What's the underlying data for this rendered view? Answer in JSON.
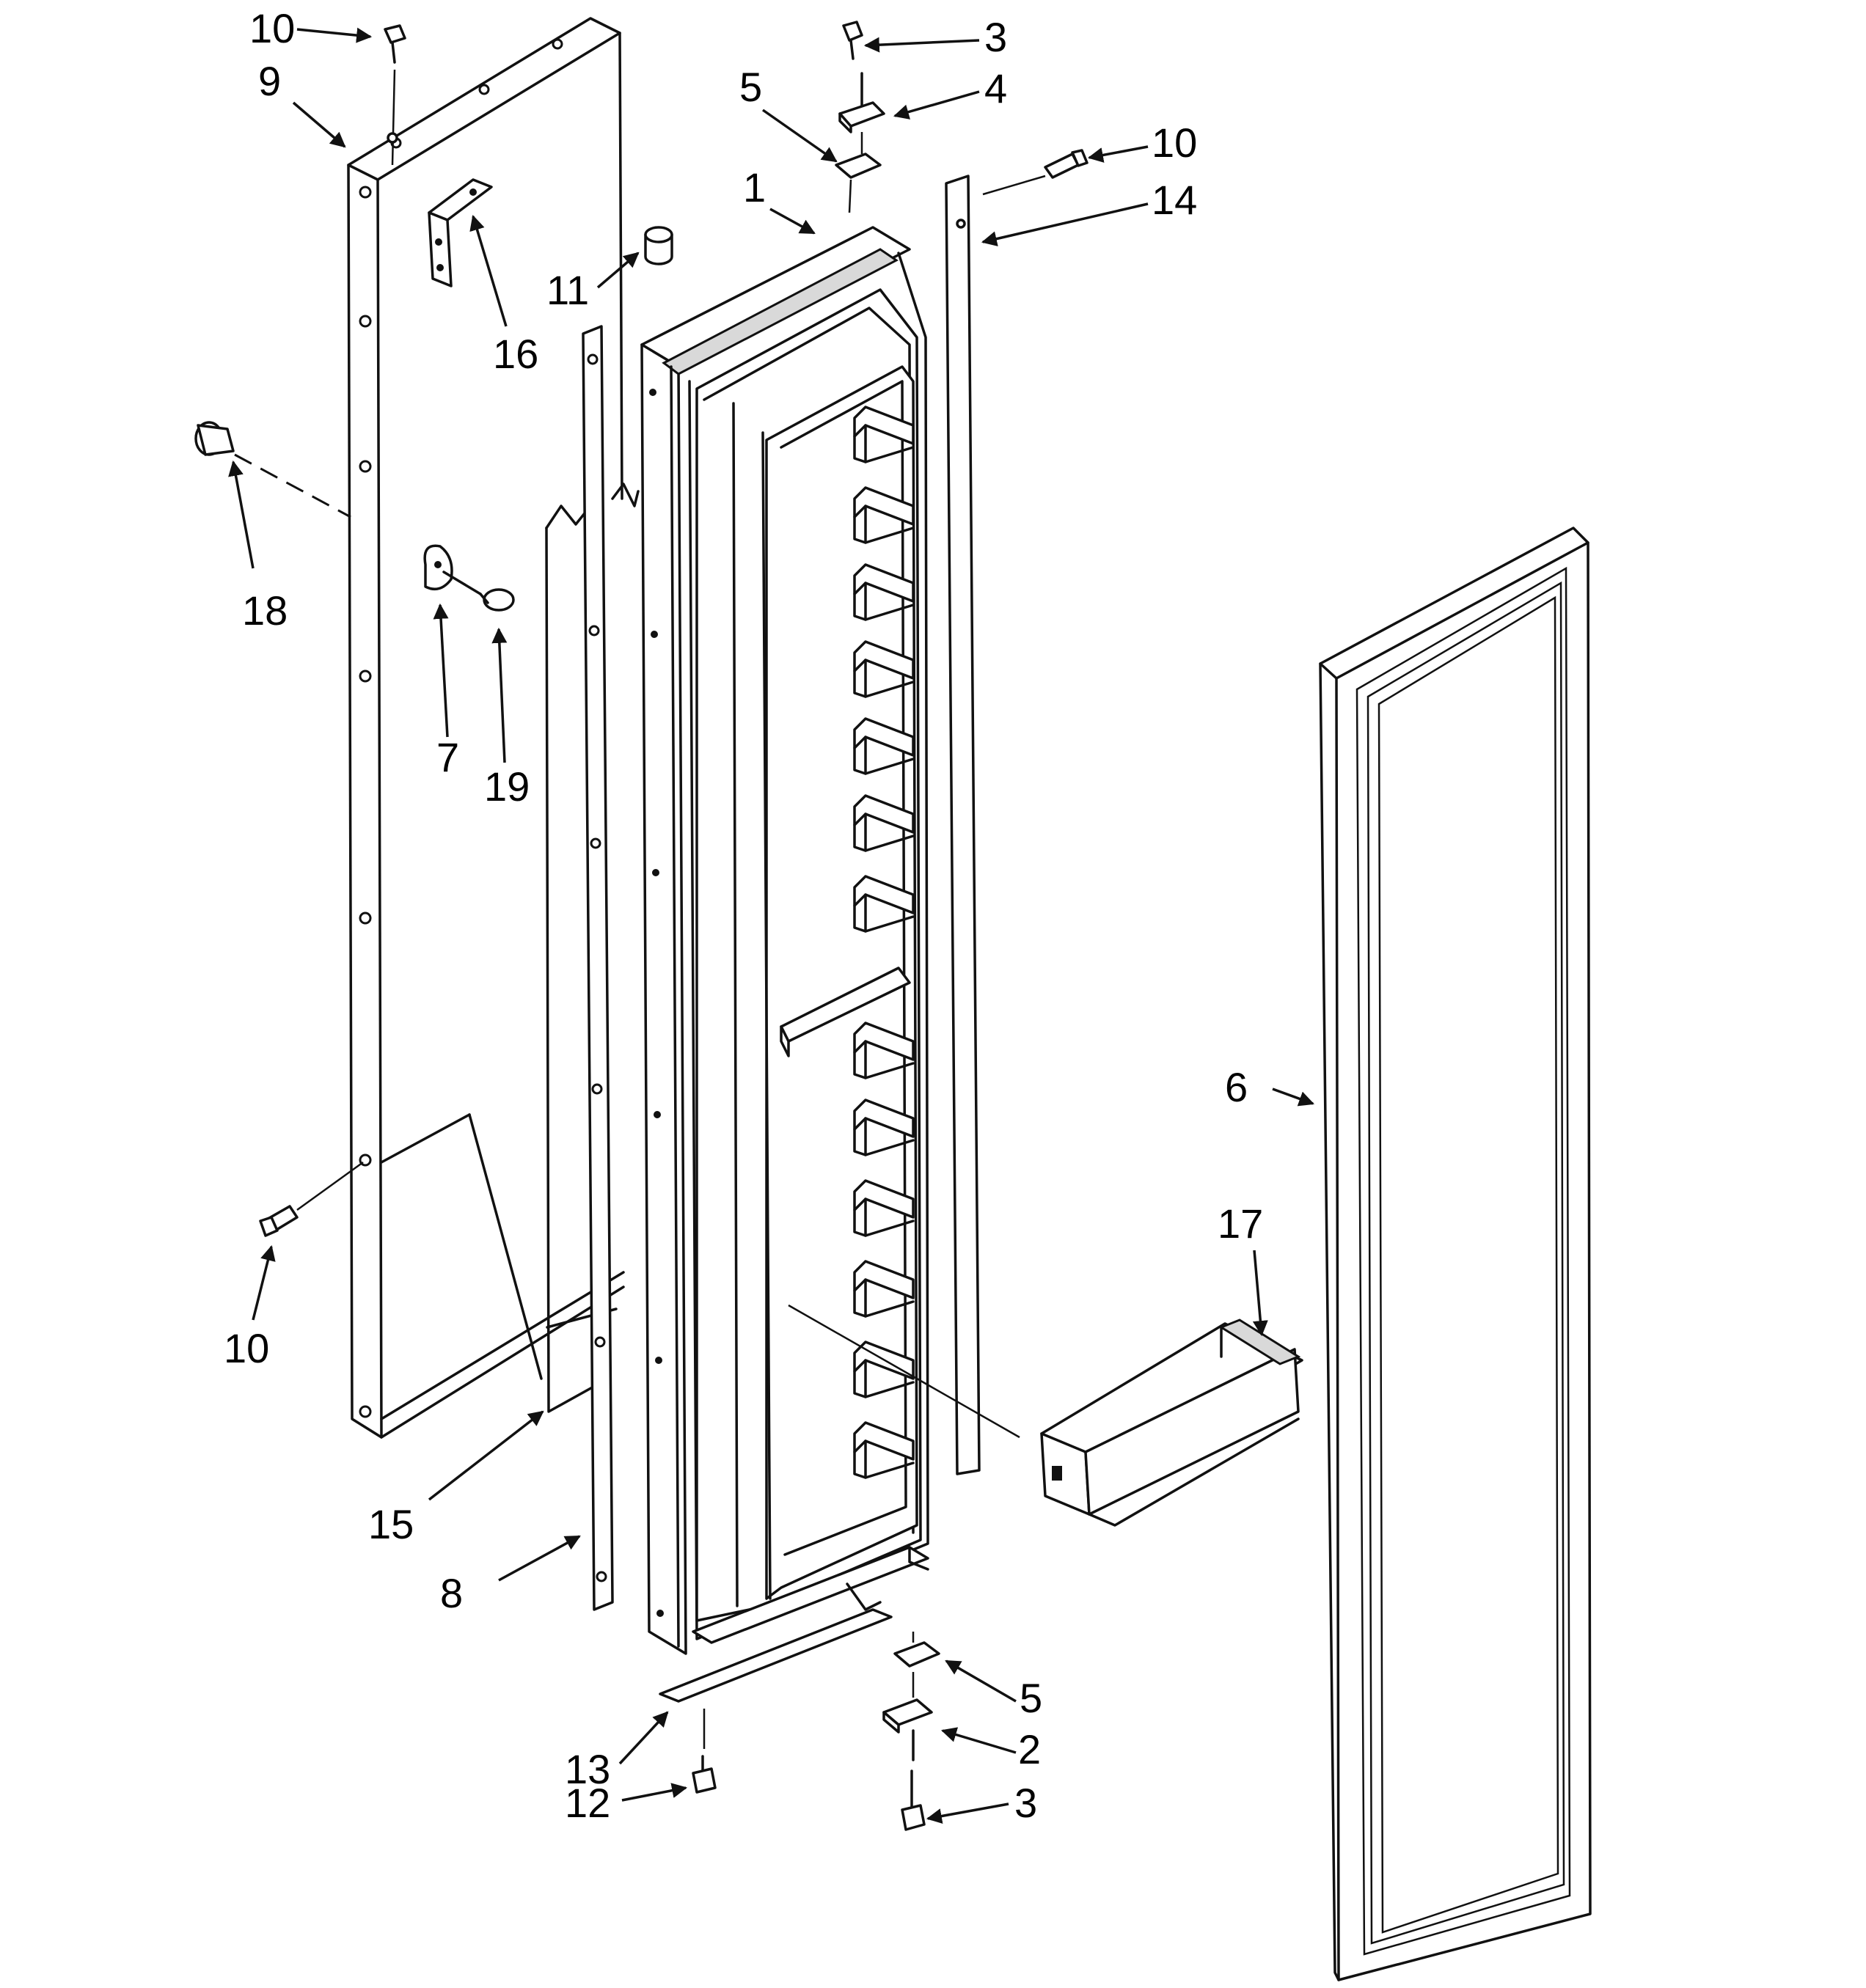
{
  "callouts": [
    {
      "id": "c-10a",
      "label": "10"
    },
    {
      "id": "c-9",
      "label": "9"
    },
    {
      "id": "c-3a",
      "label": "3"
    },
    {
      "id": "c-5a",
      "label": "5"
    },
    {
      "id": "c-4",
      "label": "4"
    },
    {
      "id": "c-10b",
      "label": "10"
    },
    {
      "id": "c-1",
      "label": "1"
    },
    {
      "id": "c-14",
      "label": "14"
    },
    {
      "id": "c-11",
      "label": "11"
    },
    {
      "id": "c-16",
      "label": "16"
    },
    {
      "id": "c-18",
      "label": "18"
    },
    {
      "id": "c-7",
      "label": "7"
    },
    {
      "id": "c-19",
      "label": "19"
    },
    {
      "id": "c-6",
      "label": "6"
    },
    {
      "id": "c-17",
      "label": "17"
    },
    {
      "id": "c-10c",
      "label": "10"
    },
    {
      "id": "c-15",
      "label": "15"
    },
    {
      "id": "c-8",
      "label": "8"
    },
    {
      "id": "c-5b",
      "label": "5"
    },
    {
      "id": "c-2",
      "label": "2"
    },
    {
      "id": "c-13",
      "label": "13"
    },
    {
      "id": "c-12",
      "label": "12"
    },
    {
      "id": "c-3b",
      "label": "3"
    }
  ]
}
